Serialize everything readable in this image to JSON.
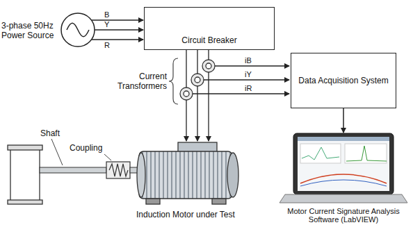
{
  "diagram": {
    "nodes": [
      {
        "text": [
          "Circuit Breaker"
        ]
      },
      {
        "text": [
          "Data Acquisition System"
        ]
      },
      {
        "text": [
          "Motor Current Signature Analysis Software (LabVIEW)"
        ]
      }
    ],
    "edges": [
      {
        "from": 1,
        "to": 2,
        "arrow": "to"
      }
    ],
    "labels": [
      "3-phase 50Hz Power Source",
      "B",
      "Y",
      "R",
      "Current Transformers",
      "iB",
      "iY",
      "iR",
      "Shaft",
      "Coupling",
      "Induction Motor under Test"
    ]
  }
}
